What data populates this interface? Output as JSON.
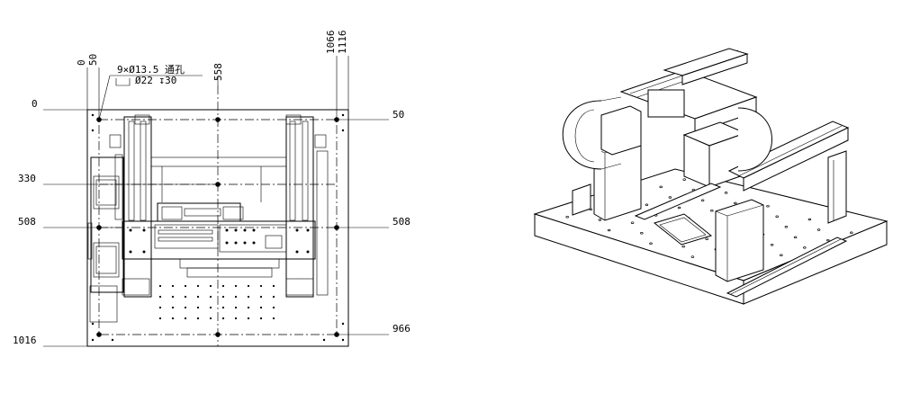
{
  "plan": {
    "top_dims": [
      "0",
      "50",
      "558",
      "1066",
      "1116"
    ],
    "left_dims": [
      "0",
      "330",
      "508",
      "1016"
    ],
    "right_dims": [
      "50",
      "508",
      "966"
    ],
    "hole_note": {
      "line1": "9×Ø13.5 通孔",
      "line2": "Ø22 ↧30"
    }
  },
  "isometric": {}
}
